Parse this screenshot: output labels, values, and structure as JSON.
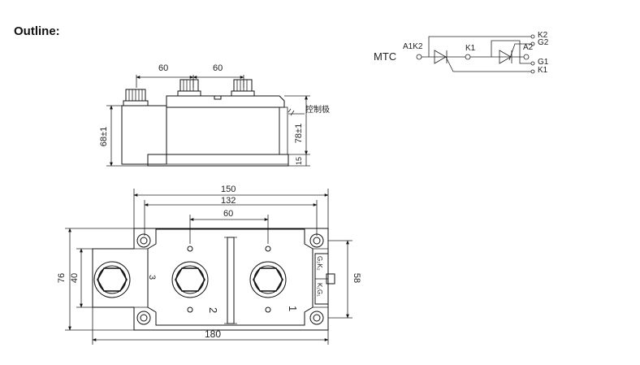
{
  "heading": "Outline:",
  "schematic": {
    "model": "MTC",
    "pins": {
      "a1k2": "A1K2",
      "k1_mid": "K1",
      "a2": "A2",
      "k2": "K2",
      "g2": "G2",
      "g1": "G1",
      "k1": "K1"
    }
  },
  "side_view": {
    "dims": {
      "top_left": "60",
      "top_right": "60",
      "height_left": "68±1",
      "height_right": "78±1",
      "base": "15"
    },
    "control_label": "控制极"
  },
  "top_view": {
    "dims": {
      "width_150": "150",
      "width_132": "132",
      "width_60": "60",
      "width_180": "180",
      "height_76": "76",
      "height_40": "40",
      "height_58": "58"
    },
    "terminal_labels": {
      "t3": "3",
      "t2": "2",
      "t1": "1",
      "gate_upper": "G₂K₂",
      "gate_lower": "K₁G₁"
    }
  }
}
